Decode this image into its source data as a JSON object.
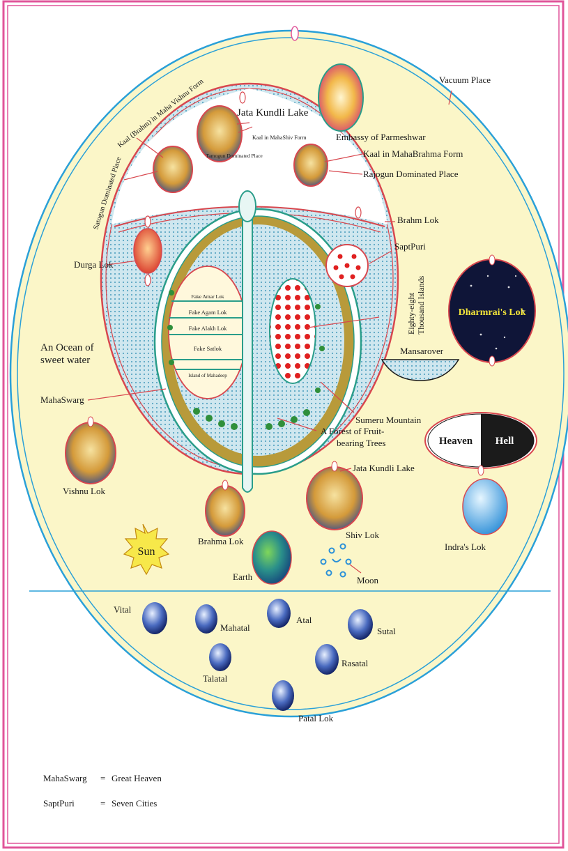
{
  "labels": {
    "vacuum_place": "Vacuum Place",
    "embassy": "Embassy of Parmeshwar",
    "kaal_vishnu": "Kaal (Brahm) in Maha Vishnu Form",
    "jata_kundli_lake_top": "Jata Kundli Lake",
    "kaal_mahashiv": "Kaal in MahaShiv Form",
    "kaal_mahabrahma": "Kaal in MahaBrahma Form",
    "rajogun": "Rajogun Dominated Place",
    "tamogun": "Tamogun Dominated Place",
    "satogun": "Satogun Dominated Place",
    "brahm_lok": "Brahm Lok",
    "saptpuri": "SaptPuri",
    "durga_lok": "Durga Lok",
    "eighty_eight": "Eighty-eight",
    "thousand_islands": "Thousand Islands",
    "dharmrai_lok": "Dharmrai's Lok",
    "mansarover": "Mansarover",
    "ocean_line1": "An Ocean of",
    "ocean_line2": "sweet water",
    "fake_amar_lok": "Fake Amar Lok",
    "fake_agam_lok": "Fake Agam Lok",
    "fake_alakh_lok": "Fake Alakh Lok",
    "fake_satlok": "Fake Satlok",
    "island_mahadeep": "Island of Mahadeep",
    "mahaswarg": "MahaSwarg",
    "sumeru_mountain": "Sumeru Mountain",
    "forest_line1": "A Forest of Fruit-",
    "forest_line2": "bearing Trees",
    "heaven": "Heaven",
    "hell": "Hell",
    "jata_kundli_lake": "Jata Kundli Lake",
    "vishnu_lok": "Vishnu Lok",
    "brahma_lok": "Brahma Lok",
    "shiv_lok": "Shiv Lok",
    "indras_lok": "Indra's Lok",
    "sun": "Sun",
    "earth": "Earth",
    "moon": "Moon",
    "vital": "Vital",
    "mahatal": "Mahatal",
    "atal": "Atal",
    "sutal": "Sutal",
    "talatal": "Talatal",
    "rasatal": "Rasatal",
    "patal_lok": "Patal Lok"
  },
  "legend": [
    {
      "term": "MahaSwarg",
      "sep": "=",
      "meaning": "Great Heaven"
    },
    {
      "term": "SaptPuri",
      "sep": "=",
      "meaning": "Seven Cities"
    }
  ],
  "colors": {
    "frame": "#e0559a",
    "outer_ring": "#2aa0d8",
    "cream": "#fbf6c8",
    "brahm_ring": "#d8474e",
    "ocean": "#b6dbe8",
    "dots": "#e02020",
    "dharmrai_bg": "#0f1538"
  }
}
